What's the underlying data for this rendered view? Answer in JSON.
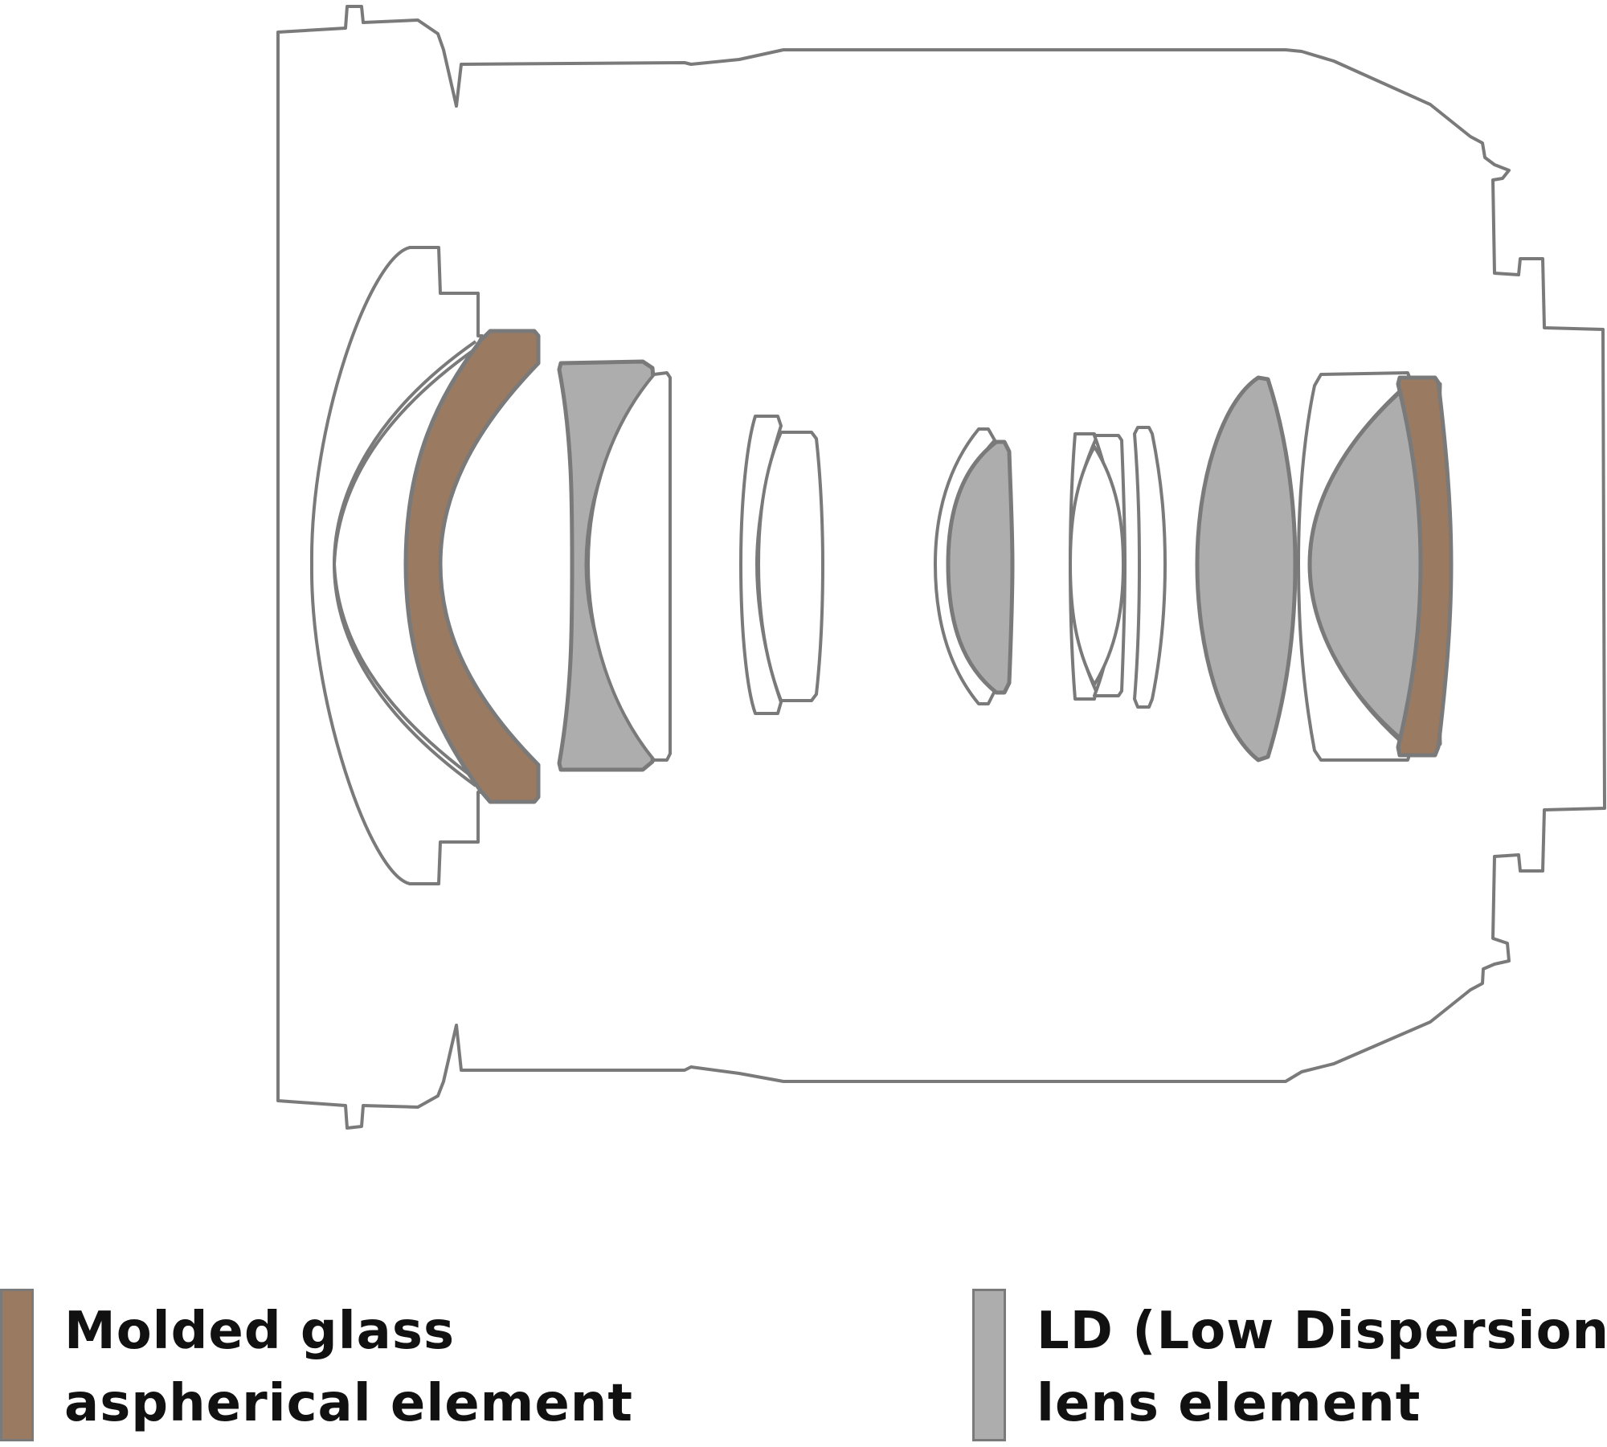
{
  "colors": {
    "outline": "#7a7a7a",
    "molded_aspherical": "#9a7b62",
    "ld_element": "#adadad",
    "plain_element": "#ffffff"
  },
  "legend": [
    {
      "swatch": "molded_aspherical",
      "lines": [
        "Molded glass",
        "aspherical element"
      ]
    },
    {
      "swatch": "ld_element",
      "lines": [
        "LD (Low Dispersion)",
        "lens element"
      ]
    }
  ],
  "lens_groups": {
    "count": 12,
    "element_types": [
      "plain",
      "molded_aspherical",
      "ld_element",
      "plain",
      "plain",
      "plain",
      "ld_element",
      "plain",
      "plain",
      "plain",
      "ld_element",
      "plain",
      "ld_element",
      "molded_aspherical"
    ]
  }
}
